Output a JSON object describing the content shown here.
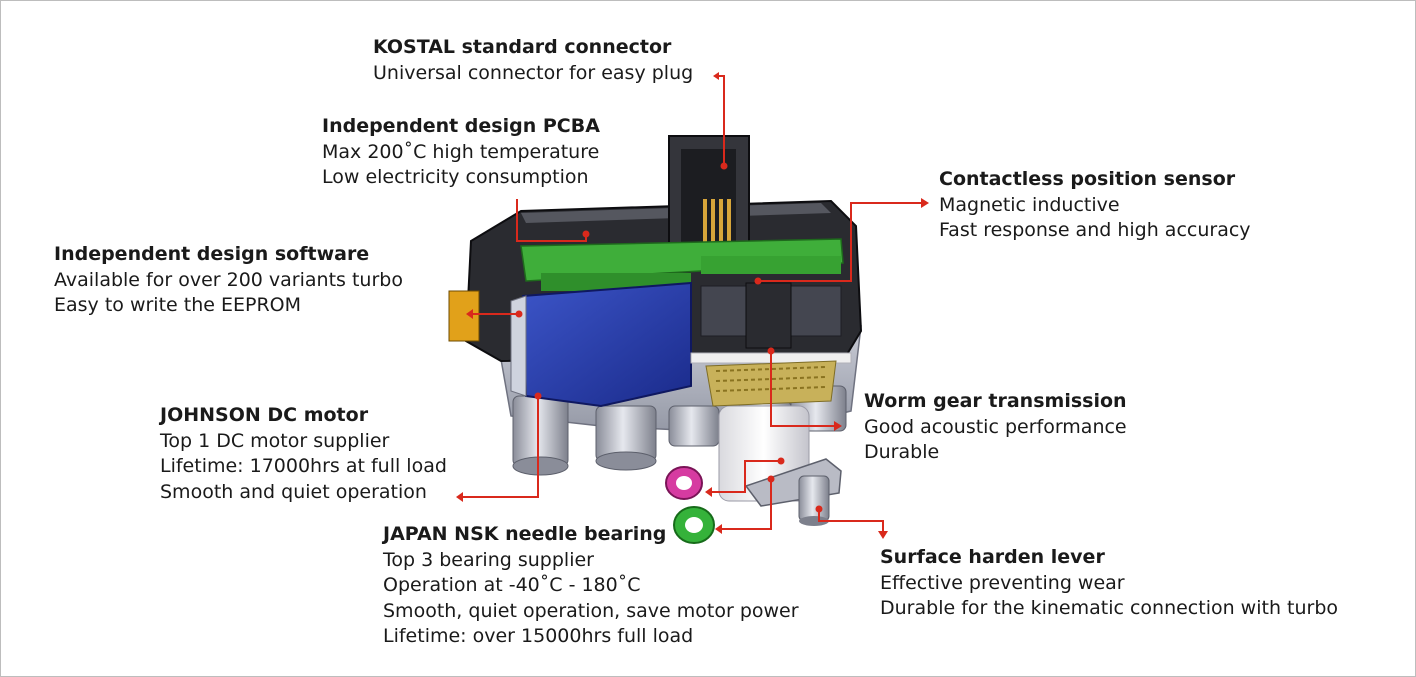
{
  "accent_color": "#d9291c",
  "callouts": {
    "kostal": {
      "title": "KOSTAL standard connector",
      "lines": [
        "Universal connector for easy plug"
      ]
    },
    "pcba": {
      "title": "Independent design PCBA",
      "lines": [
        "Max 200˚C high temperature",
        "Low electricity consumption"
      ]
    },
    "sensor": {
      "title": "Contactless position sensor",
      "lines": [
        "Magnetic inductive",
        "Fast response and high accuracy"
      ]
    },
    "software": {
      "title": "Independent design software",
      "lines": [
        "Available for over 200 variants turbo",
        "Easy to write the EEPROM"
      ]
    },
    "motor": {
      "title": "JOHNSON DC motor",
      "lines": [
        "Top 1 DC motor supplier",
        "Lifetime: 17000hrs at full load",
        "Smooth and quiet operation"
      ]
    },
    "worm": {
      "title": "Worm gear transmission",
      "lines": [
        "Good acoustic performance",
        "Durable"
      ]
    },
    "bearing": {
      "title": "JAPAN NSK needle bearing",
      "lines": [
        "Top 3 bearing supplier",
        "Operation at -40˚C - 180˚C",
        "Smooth, quiet operation, save motor power",
        "Lifetime: over 15000hrs full load"
      ]
    },
    "lever": {
      "title": "Surface harden lever",
      "lines": [
        "Effective preventing wear",
        "Durable for the kinematic connection with turbo"
      ]
    }
  }
}
